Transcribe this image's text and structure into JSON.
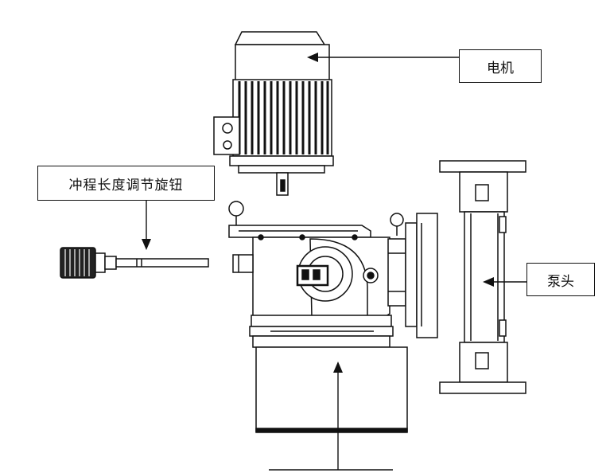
{
  "labels": {
    "motor": "电机",
    "stroke_knob": "冲程长度调节旋钮",
    "pump_head": "泵头"
  },
  "colors": {
    "line": "#111111",
    "background": "#ffffff"
  }
}
